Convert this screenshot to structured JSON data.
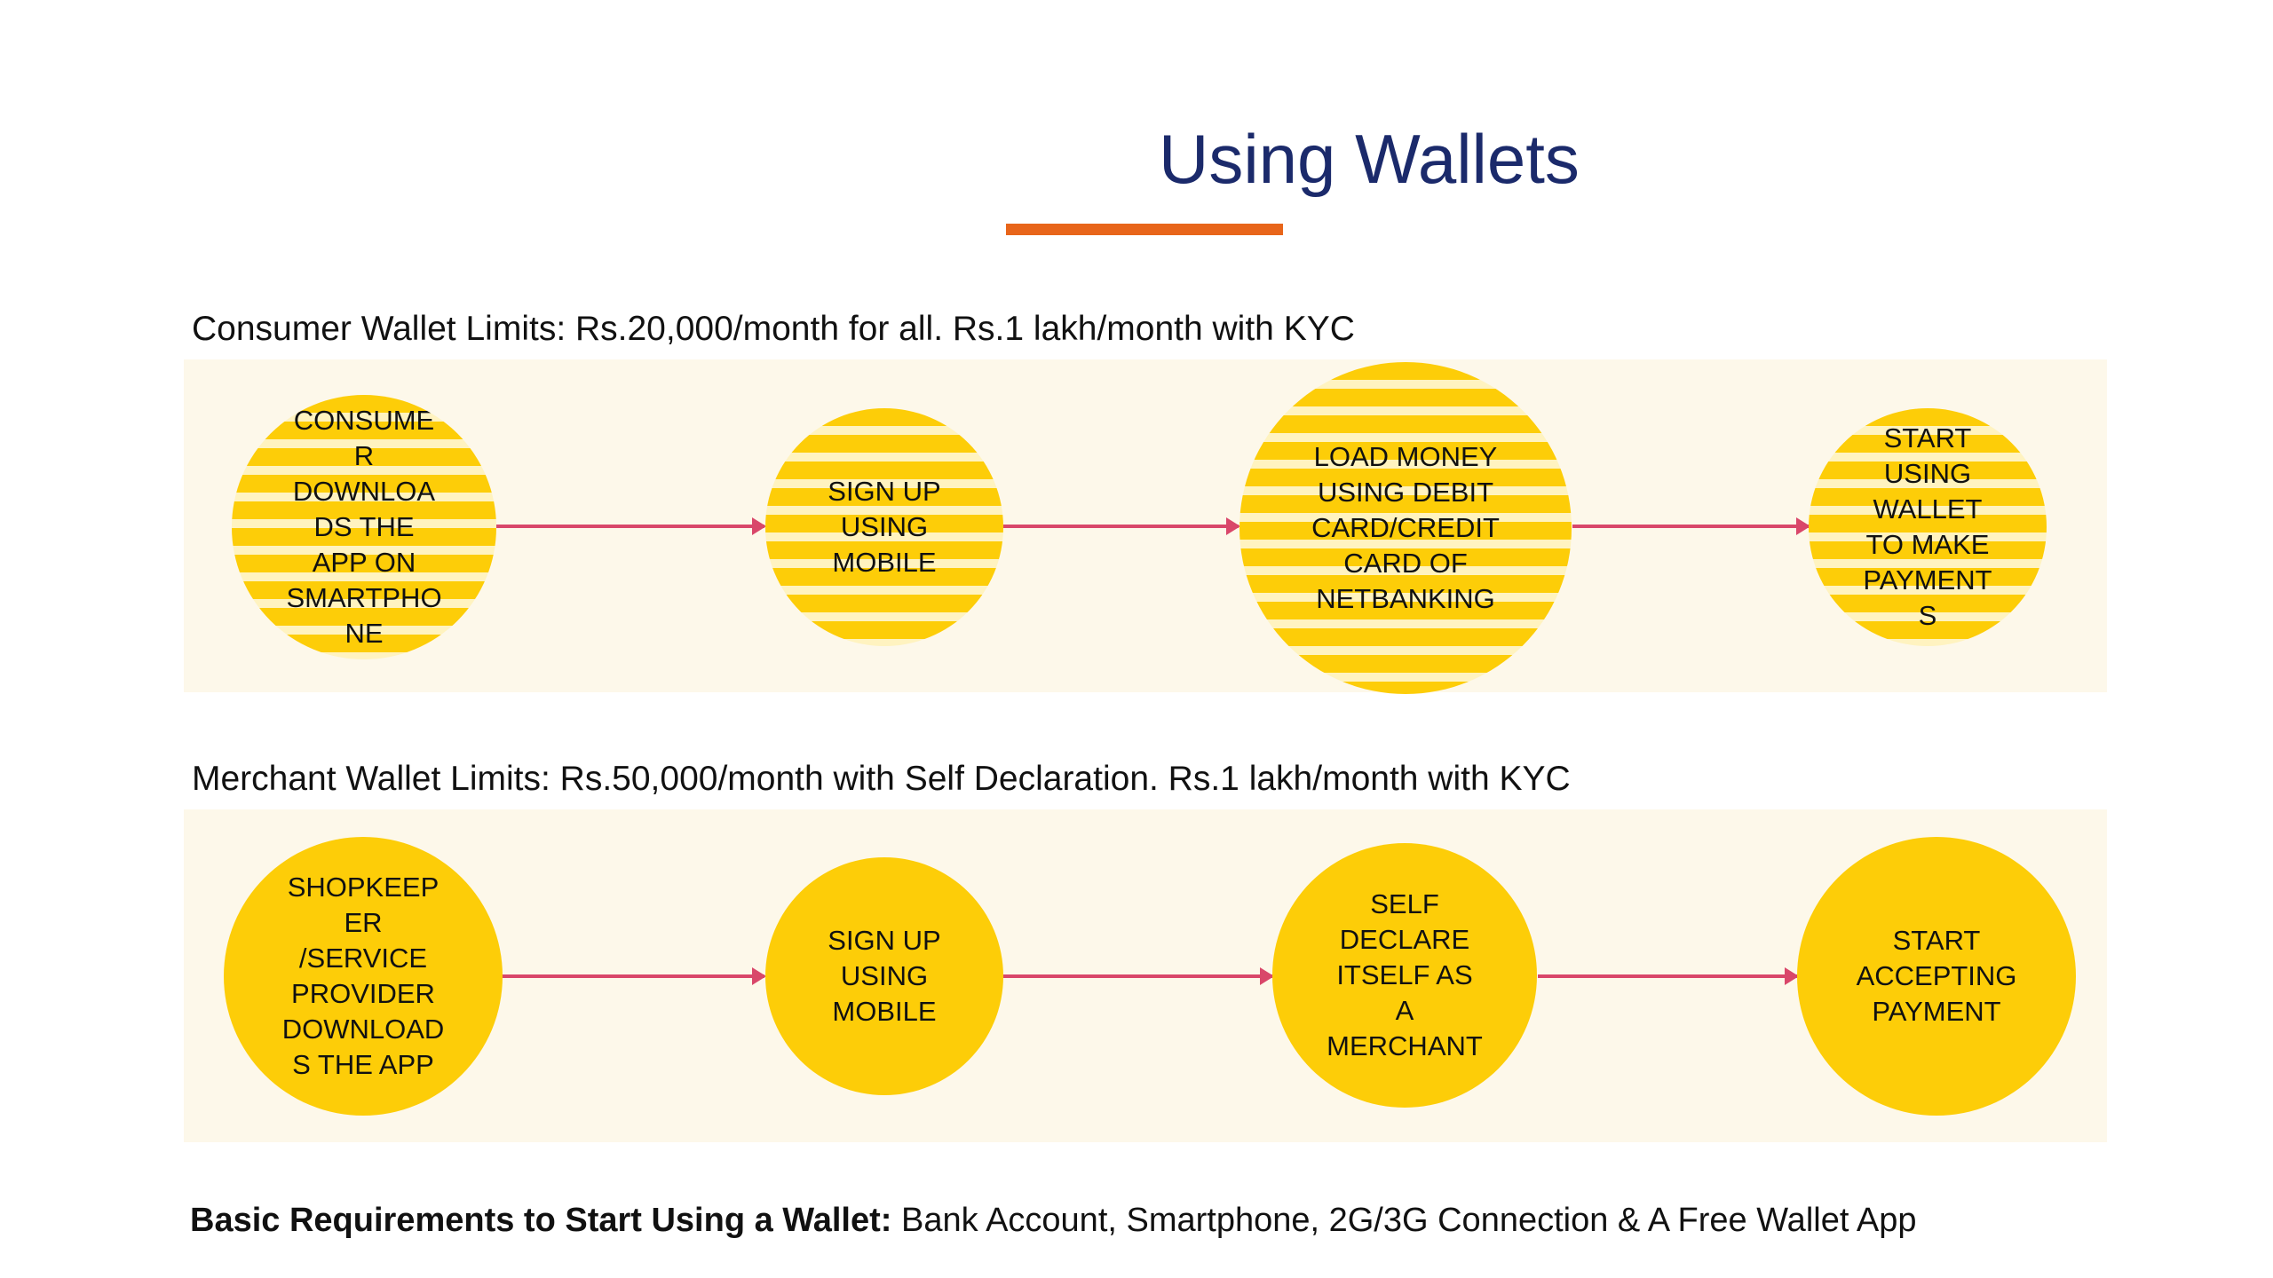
{
  "title": "Using Wallets",
  "consumer": {
    "label": "Consumer Wallet Limits: Rs.20,000/month for all. Rs.1 lakh/month with KYC",
    "steps": [
      "CONSUME\nR\nDOWNLOA\nDS THE\nAPP ON\nSMARTPHO\nNE",
      "SIGN UP\nUSING\nMOBILE",
      "LOAD MONEY\nUSING DEBIT\nCARD/CREDIT\nCARD OF\nNETBANKING",
      "START\nUSING\nWALLET\nTO MAKE\nPAYMENT\nS"
    ]
  },
  "merchant": {
    "label": "Merchant Wallet Limits: Rs.50,000/month with Self Declaration. Rs.1 lakh/month with KYC",
    "steps": [
      "SHOPKEEP\nER\n/SERVICE\nPROVIDER\nDOWNLOAD\nS THE APP",
      "SIGN UP\nUSING\nMOBILE",
      "SELF\nDECLARE\nITSELF AS\nA\nMERCHANT",
      "START\nACCEPTING\nPAYMENT"
    ]
  },
  "footer": {
    "bold": "Basic Requirements to Start Using a Wallet:",
    "text": " Bank Account, Smartphone, 2G/3G Connection & A Free Wallet App"
  },
  "colors": {
    "title": "#1b2a6b",
    "underline": "#e8651a",
    "node": "#fdcd08",
    "arrow": "#d9476a",
    "panel": "#fdf8ea"
  }
}
